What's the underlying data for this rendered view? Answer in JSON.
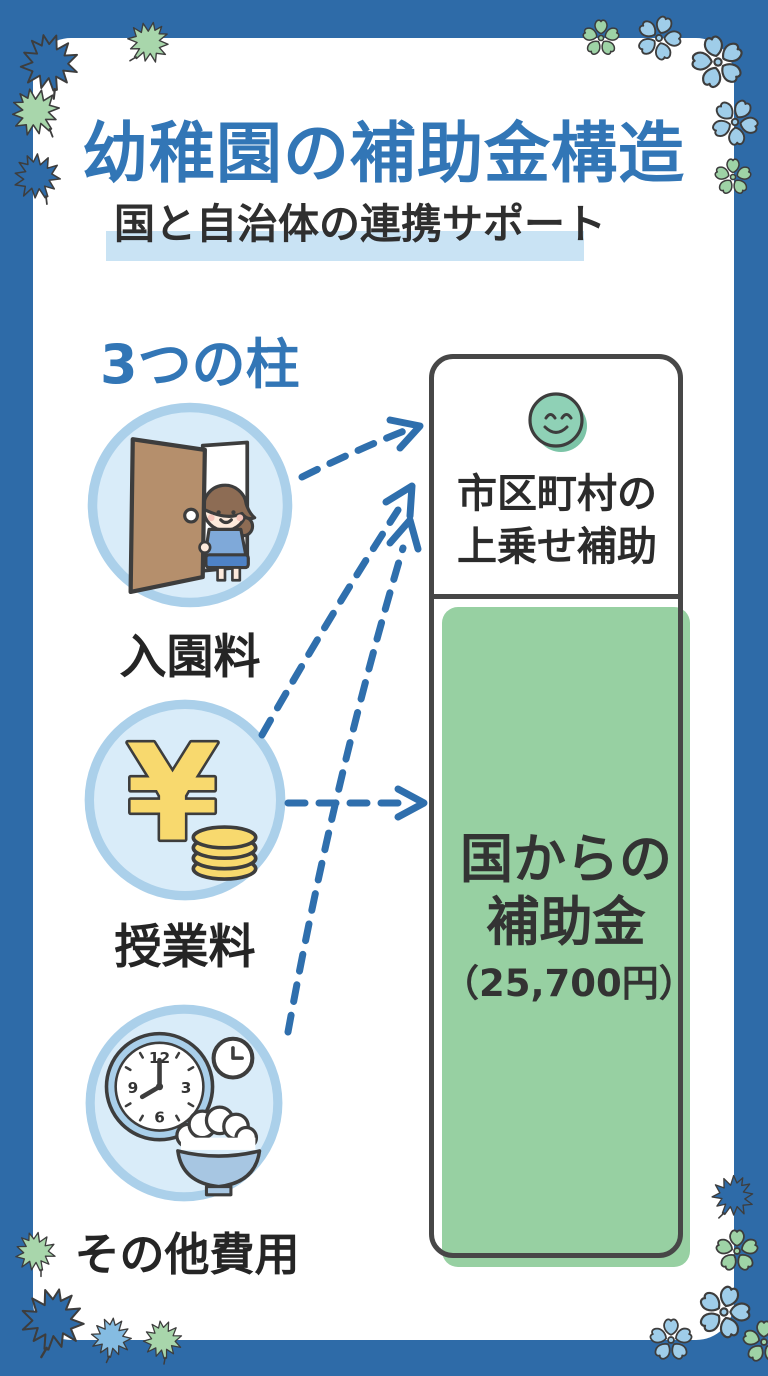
{
  "header": {
    "title": "幼稚園の補助金構造",
    "subtitle": "国と自治体の連携サポート"
  },
  "pillars": {
    "heading": "3つの柱",
    "items": [
      {
        "label": "入園料",
        "icon": "door-with-child-icon"
      },
      {
        "label": "授業料",
        "icon": "yen-coins-icon",
        "symbol": "¥"
      },
      {
        "label": "その他費用",
        "icon": "clock-rice-bowl-icon",
        "clock_numbers": [
          "12",
          "3",
          "6",
          "9"
        ]
      }
    ]
  },
  "bar": {
    "top": {
      "icon": "smiley-face-icon",
      "line1": "市区町村の",
      "line2": "上乗せ補助"
    },
    "bottom": {
      "line1": "国からの",
      "line2": "補助金",
      "amount": "（25,700円）"
    }
  },
  "palette": {
    "frame_blue": "#2e6ba8",
    "title_blue": "#3276b6",
    "subtitle_highlight": "#c9e3f4",
    "circle_fill": "#d9ecf9",
    "circle_ring": "#abd0ea",
    "arrow_blue": "#2f6fad",
    "bar_green": "#97d0a2",
    "smiley_green": "#8fd1b6",
    "outline_dark": "#474747",
    "coin_yellow": "#f8d96e",
    "door_brown": "#b58f6c",
    "leaf_green": "#a8d6ab",
    "leaf_light_blue": "#85bce2",
    "flower_light_blue": "#9fcde9",
    "flower_green": "#9ed3a6"
  }
}
